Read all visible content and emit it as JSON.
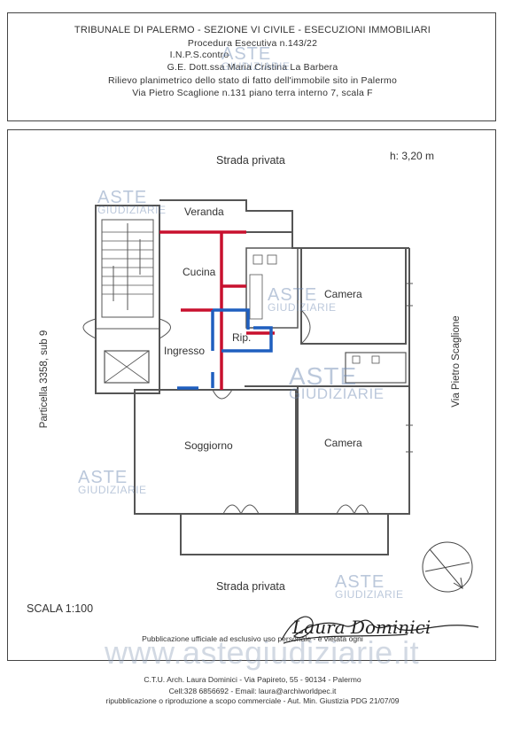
{
  "header": {
    "line1": "TRIBUNALE DI PALERMO - SEZIONE VI CIVILE - ESECUZIONI IMMOBILIARI",
    "line2": "Procedura Esecutiva n.143/22",
    "line3": "I.N.P.S.contro",
    "line4": "G.E. Dott.ssa Maria Cristina La Barbera",
    "line5": "Rilievo planimetrico dello stato di fatto dell'immobile sito in Palermo",
    "line6": "Via Pietro Scaglione n.131 piano terra interno 7, scala F"
  },
  "plan": {
    "street_top": "Strada privata",
    "street_bottom": "Strada privata",
    "height": "h: 3,20  m",
    "side_left": "Particella 3358, sub 9",
    "side_right": "Via Pietro Scaglione",
    "scale": "SCALA  1:100",
    "rooms": {
      "veranda": "Veranda",
      "cucina": "Cucina",
      "camera1": "Camera",
      "rip": "Rip.",
      "ingresso": "Ingresso",
      "soggiorno": "Soggiorno",
      "camera2": "Camera"
    },
    "signature": "Laura Dominici",
    "wall_colors": {
      "red": "#c8102e",
      "blue": "#1f5fbf",
      "wall": "#555555"
    }
  },
  "watermarks": {
    "brand": "ASTE",
    "brand_sub": "GIUDIZIARIE",
    "site": "www.astegiudiziarie.it"
  },
  "footer": {
    "notice1": "Pubblicazione ufficiale ad esclusivo uso personale - è vietata ogni",
    "notice2": "ripubblicazione o riproduzione a scopo commerciale - Aut. Min. Giustizia PDG 21/07/09",
    "office": "C.T.U. Arch. Laura Dominici - Via Papireto, 55 - 90134 - Palermo",
    "contacts": "Cell:328 6856692 - Email: laura@archiworldpec.it"
  }
}
